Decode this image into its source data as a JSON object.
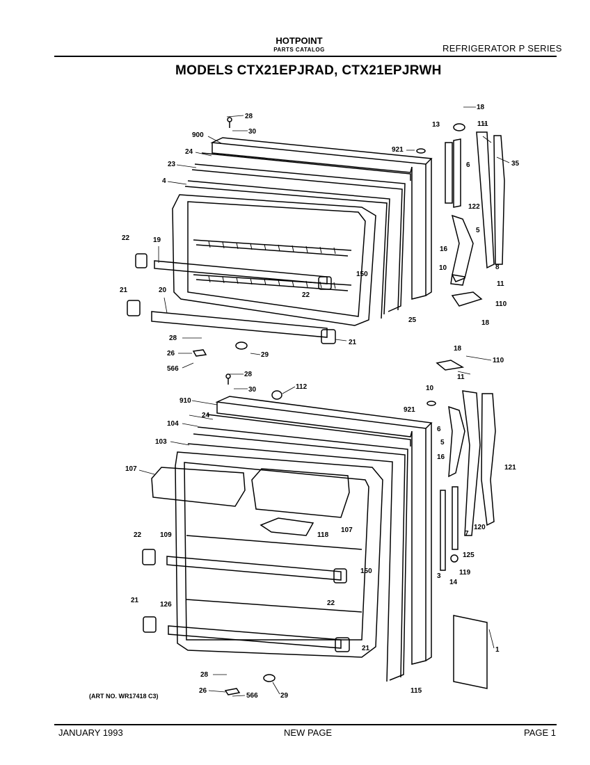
{
  "header": {
    "brand": "HOTPOINT",
    "catalog": "PARTS CATALOG",
    "series": "REFRIGERATOR P SERIES",
    "title": "MODELS CTX21EPJRAD, CTX21EPJRWH"
  },
  "art_number": "(ART NO. WR17418 C3)",
  "footer": {
    "date": "JANUARY 1993",
    "center": "NEW PAGE",
    "page": "PAGE 1"
  },
  "callouts": {
    "upper": [
      "28",
      "30",
      "900",
      "24",
      "23",
      "4",
      "22",
      "19",
      "21",
      "20",
      "150",
      "22",
      "25",
      "28",
      "26",
      "566",
      "29",
      "921",
      "21"
    ],
    "upper_right": [
      "18",
      "13",
      "111",
      "6",
      "35",
      "122",
      "16",
      "5",
      "10",
      "8",
      "11",
      "110",
      "18"
    ],
    "lower": [
      "28",
      "30",
      "112",
      "910",
      "24",
      "104",
      "103",
      "107",
      "22",
      "109",
      "21",
      "126",
      "28",
      "26",
      "566",
      "29",
      "921",
      "6",
      "16",
      "118",
      "107",
      "150",
      "22",
      "21",
      "115",
      "1"
    ],
    "lower_right": [
      "18",
      "110",
      "11",
      "10",
      "5",
      "121",
      "7",
      "120",
      "125",
      "3",
      "14",
      "119"
    ]
  }
}
